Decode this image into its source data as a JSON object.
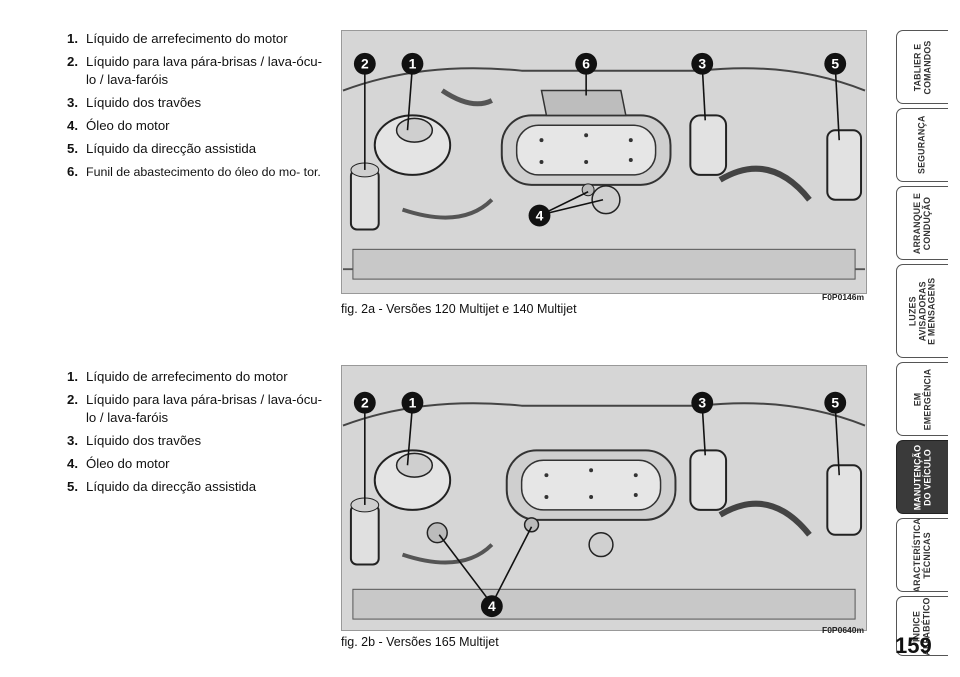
{
  "legend_a": [
    {
      "num": "1.",
      "text": "Líquido de arrefecimento do motor"
    },
    {
      "num": "2.",
      "text": "Líquido para lava pára-brisas / lava-ócu- lo / lava-faróis"
    },
    {
      "num": "3.",
      "text": "Líquido dos travões"
    },
    {
      "num": "4.",
      "text": "Óleo do motor"
    },
    {
      "num": "5.",
      "text": "Líquido da direcção assistida"
    },
    {
      "num": "6.",
      "text": "Funil de abastecimento do óleo do mo- tor."
    }
  ],
  "legend_b": [
    {
      "num": "1.",
      "text": "Líquido de arrefecimento do motor"
    },
    {
      "num": "2.",
      "text": "Líquido para lava pára-brisas / lava-ócu- lo / lava-faróis"
    },
    {
      "num": "3.",
      "text": "Líquido dos travões"
    },
    {
      "num": "4.",
      "text": "Óleo do motor"
    },
    {
      "num": "5.",
      "text": "Líquido da direcção assistida"
    }
  ],
  "figure_a": {
    "caption": "fig. 2a - Versões 120 Multijet e 140 Multijet",
    "code": "F0P0146m",
    "callouts": [
      "2",
      "1",
      "6",
      "3",
      "5",
      "4"
    ]
  },
  "figure_b": {
    "caption": "fig. 2b - Versões 165 Multijet",
    "code": "F0P0640m",
    "callouts": [
      "2",
      "1",
      "3",
      "5",
      "4"
    ]
  },
  "tabs": [
    {
      "label": "TABLIER E\nCOMANDOS",
      "active": false
    },
    {
      "label": "SEGURANÇA",
      "active": false
    },
    {
      "label": "ARRANQUE E\nCONDUÇÃO",
      "active": false
    },
    {
      "label": "LUZES\nAVISADORAS\nE MENSAGENS",
      "active": false
    },
    {
      "label": "EM\nEMERGÊNCIA",
      "active": false
    },
    {
      "label": "MANUTENÇÃO\nDO VEÍCULO",
      "active": true
    },
    {
      "label": "CARACTERÍSTICAS\nTÉCNICAS",
      "active": false
    },
    {
      "label": "ÍNDICE\nALFABÉTICO",
      "active": false
    }
  ],
  "page_number": "159"
}
